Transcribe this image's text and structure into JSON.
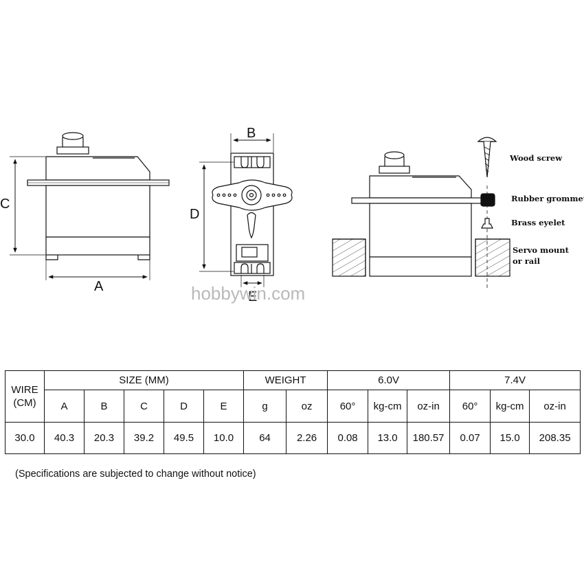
{
  "drawing": {
    "front_view": {
      "dim_width": "A",
      "dim_height": "C"
    },
    "end_view": {
      "dim_width": "B",
      "dim_height": "D",
      "dim_tab": "E"
    },
    "mount_view": {
      "labels": {
        "wood_screw": "Wood screw",
        "rubber_grommet": "Rubber grommet",
        "brass_eyelet": "Brass eyelet",
        "servo_mount_1": "Servo mount",
        "servo_mount_2": "or rail"
      }
    },
    "watermark": "hobbywin.com"
  },
  "spec_table": {
    "groups": {
      "wire": "WIRE\n(CM)",
      "size": "SIZE (MM)",
      "weight": "WEIGHT",
      "v6": "6.0V",
      "v74": "7.4V"
    },
    "subheaders": {
      "a": "A",
      "b": "B",
      "c": "C",
      "d": "D",
      "e": "E",
      "g": "g",
      "oz": "oz",
      "v6_speed": "60°",
      "v6_torque_kg": "kg-cm",
      "v6_torque_oz": "oz-in",
      "v74_speed": "60°",
      "v74_torque_kg": "kg-cm",
      "v74_torque_oz": "oz-in"
    },
    "values": {
      "wire": "30.0",
      "a": "40.3",
      "b": "20.3",
      "c": "39.2",
      "d": "49.5",
      "e": "10.0",
      "g": "64",
      "oz": "2.26",
      "v6_speed": "0.08",
      "v6_torque_kg": "13.0",
      "v6_torque_oz": "180.57",
      "v74_speed": "0.07",
      "v74_torque_kg": "15.0",
      "v74_torque_oz": "208.35"
    }
  },
  "note": "(Specifications are subjected to change without notice)"
}
